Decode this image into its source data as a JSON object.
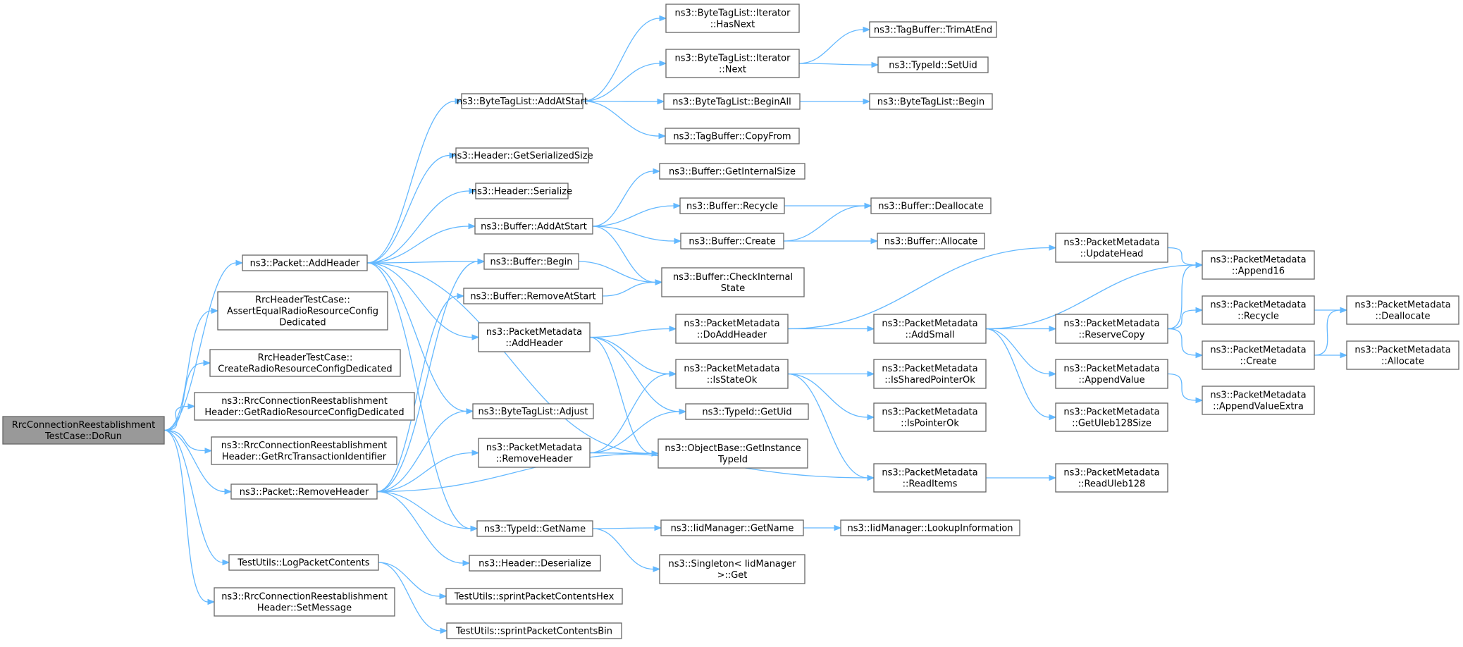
{
  "colors": {
    "edge": "#63b8ff",
    "node_border": "#666666",
    "root_fill": "#999999",
    "node_fill": "#ffffff"
  },
  "nodes": [
    {
      "id": "root",
      "lines": [
        "RrcConnectionReestablishment",
        "TestCase::DoRun"
      ]
    },
    {
      "id": "addHeader",
      "lines": [
        "ns3::Packet::AddHeader"
      ]
    },
    {
      "id": "assertEqual",
      "lines": [
        "RrcHeaderTestCase::",
        "AssertEqualRadioResourceConfig",
        "Dedicated"
      ]
    },
    {
      "id": "createRadio",
      "lines": [
        "RrcHeaderTestCase::",
        "CreateRadioResourceConfigDedicated"
      ]
    },
    {
      "id": "getRadio",
      "lines": [
        "ns3::RrcConnectionReestablishment",
        "Header::GetRadioResourceConfigDedicated"
      ]
    },
    {
      "id": "getRrcTid",
      "lines": [
        "ns3::RrcConnectionReestablishment",
        "Header::GetRrcTransactionIdentifier"
      ]
    },
    {
      "id": "removeHeader",
      "lines": [
        "ns3::Packet::RemoveHeader"
      ]
    },
    {
      "id": "logPacket",
      "lines": [
        "TestUtils::LogPacketContents"
      ]
    },
    {
      "id": "setMessage",
      "lines": [
        "ns3::RrcConnectionReestablishment",
        "Header::SetMessage"
      ]
    },
    {
      "id": "btlAddAtStart",
      "lines": [
        "ns3::ByteTagList::AddAtStart"
      ]
    },
    {
      "id": "hdrGetSerSize",
      "lines": [
        "ns3::Header::GetSerializedSize"
      ]
    },
    {
      "id": "hdrSerialize",
      "lines": [
        "ns3::Header::Serialize"
      ]
    },
    {
      "id": "bufAddAtStart",
      "lines": [
        "ns3::Buffer::AddAtStart"
      ]
    },
    {
      "id": "bufBegin",
      "lines": [
        "ns3::Buffer::Begin"
      ]
    },
    {
      "id": "bufRemoveAtStart",
      "lines": [
        "ns3::Buffer::RemoveAtStart"
      ]
    },
    {
      "id": "pmAddHeader",
      "lines": [
        "ns3::PacketMetadata",
        "::AddHeader"
      ]
    },
    {
      "id": "btlAdjust",
      "lines": [
        "ns3::ByteTagList::Adjust"
      ]
    },
    {
      "id": "pmRemoveHeader",
      "lines": [
        "ns3::PacketMetadata",
        "::RemoveHeader"
      ]
    },
    {
      "id": "tidGetName",
      "lines": [
        "ns3::TypeId::GetName"
      ]
    },
    {
      "id": "hdrDeserialize",
      "lines": [
        "ns3::Header::Deserialize"
      ]
    },
    {
      "id": "sprintHex",
      "lines": [
        "TestUtils::sprintPacketContentsHex"
      ]
    },
    {
      "id": "sprintBin",
      "lines": [
        "TestUtils::sprintPacketContentsBin"
      ]
    },
    {
      "id": "iterHasNext",
      "lines": [
        "ns3::ByteTagList::Iterator",
        "::HasNext"
      ]
    },
    {
      "id": "iterNext",
      "lines": [
        "ns3::ByteTagList::Iterator",
        "::Next"
      ]
    },
    {
      "id": "btlBeginAll",
      "lines": [
        "ns3::ByteTagList::BeginAll"
      ]
    },
    {
      "id": "tbCopyFrom",
      "lines": [
        "ns3::TagBuffer::CopyFrom"
      ]
    },
    {
      "id": "bufGetInternalSize",
      "lines": [
        "ns3::Buffer::GetInternalSize"
      ]
    },
    {
      "id": "bufRecycle",
      "lines": [
        "ns3::Buffer::Recycle"
      ]
    },
    {
      "id": "bufCreate",
      "lines": [
        "ns3::Buffer::Create"
      ]
    },
    {
      "id": "bufCheckInternal",
      "lines": [
        "ns3::Buffer::CheckInternal",
        "State"
      ]
    },
    {
      "id": "pmDoAddHeader",
      "lines": [
        "ns3::PacketMetadata",
        "::DoAddHeader"
      ]
    },
    {
      "id": "pmIsStateOk",
      "lines": [
        "ns3::PacketMetadata",
        "::IsStateOk"
      ]
    },
    {
      "id": "tidGetUid",
      "lines": [
        "ns3::TypeId::GetUid"
      ]
    },
    {
      "id": "objGetInstTid",
      "lines": [
        "ns3::ObjectBase::GetInstance",
        "TypeId"
      ]
    },
    {
      "id": "iidGetName",
      "lines": [
        "ns3::IidManager::GetName"
      ]
    },
    {
      "id": "singletonGet",
      "lines": [
        "ns3::Singleton< IidManager",
        ">::Get"
      ]
    },
    {
      "id": "tbTrimAtEnd",
      "lines": [
        "ns3::TagBuffer::TrimAtEnd"
      ]
    },
    {
      "id": "tidSetUid",
      "lines": [
        "ns3::TypeId::SetUid"
      ]
    },
    {
      "id": "btlBegin",
      "lines": [
        "ns3::ByteTagList::Begin"
      ]
    },
    {
      "id": "bufDeallocate",
      "lines": [
        "ns3::Buffer::Deallocate"
      ]
    },
    {
      "id": "bufAllocate",
      "lines": [
        "ns3::Buffer::Allocate"
      ]
    },
    {
      "id": "pmAddSmall",
      "lines": [
        "ns3::PacketMetadata",
        "::AddSmall"
      ]
    },
    {
      "id": "pmIsSharedPtrOk",
      "lines": [
        "ns3::PacketMetadata",
        "::IsSharedPointerOk"
      ]
    },
    {
      "id": "pmIsPtrOk",
      "lines": [
        "ns3::PacketMetadata",
        "::IsPointerOk"
      ]
    },
    {
      "id": "pmReadItems",
      "lines": [
        "ns3::PacketMetadata",
        "::ReadItems"
      ]
    },
    {
      "id": "iidLookup",
      "lines": [
        "ns3::IidManager::LookupInformation"
      ]
    },
    {
      "id": "pmUpdateHead",
      "lines": [
        "ns3::PacketMetadata",
        "::UpdateHead"
      ]
    },
    {
      "id": "pmReserveCopy",
      "lines": [
        "ns3::PacketMetadata",
        "::ReserveCopy"
      ]
    },
    {
      "id": "pmAppendValue",
      "lines": [
        "ns3::PacketMetadata",
        "::AppendValue"
      ]
    },
    {
      "id": "pmGetUleb",
      "lines": [
        "ns3::PacketMetadata",
        "::GetUleb128Size"
      ]
    },
    {
      "id": "pmReadUleb",
      "lines": [
        "ns3::PacketMetadata",
        "::ReadUleb128"
      ]
    },
    {
      "id": "pmAppend16",
      "lines": [
        "ns3::PacketMetadata",
        "::Append16"
      ]
    },
    {
      "id": "pmRecycle",
      "lines": [
        "ns3::PacketMetadata",
        "::Recycle"
      ]
    },
    {
      "id": "pmCreate",
      "lines": [
        "ns3::PacketMetadata",
        "::Create"
      ]
    },
    {
      "id": "pmAppendValueExtra",
      "lines": [
        "ns3::PacketMetadata",
        "::AppendValueExtra"
      ]
    },
    {
      "id": "pmDeallocate",
      "lines": [
        "ns3::PacketMetadata",
        "::Deallocate"
      ]
    },
    {
      "id": "pmAllocate",
      "lines": [
        "ns3::PacketMetadata",
        "::Allocate"
      ]
    }
  ],
  "edges": [
    [
      "root",
      "addHeader"
    ],
    [
      "root",
      "assertEqual"
    ],
    [
      "root",
      "createRadio"
    ],
    [
      "root",
      "getRadio"
    ],
    [
      "root",
      "getRrcTid"
    ],
    [
      "root",
      "removeHeader"
    ],
    [
      "root",
      "logPacket"
    ],
    [
      "root",
      "setMessage"
    ],
    [
      "addHeader",
      "btlAddAtStart"
    ],
    [
      "addHeader",
      "hdrGetSerSize"
    ],
    [
      "addHeader",
      "hdrSerialize"
    ],
    [
      "addHeader",
      "bufAddAtStart"
    ],
    [
      "addHeader",
      "bufBegin"
    ],
    [
      "addHeader",
      "pmAddHeader"
    ],
    [
      "addHeader",
      "btlAdjust"
    ],
    [
      "addHeader",
      "tidGetName"
    ],
    [
      "addHeader",
      "objGetInstTid"
    ],
    [
      "removeHeader",
      "bufBegin"
    ],
    [
      "removeHeader",
      "bufRemoveAtStart"
    ],
    [
      "removeHeader",
      "btlAdjust"
    ],
    [
      "removeHeader",
      "pmRemoveHeader"
    ],
    [
      "removeHeader",
      "tidGetName"
    ],
    [
      "removeHeader",
      "hdrDeserialize"
    ],
    [
      "removeHeader",
      "objGetInstTid"
    ],
    [
      "logPacket",
      "sprintHex"
    ],
    [
      "logPacket",
      "sprintBin"
    ],
    [
      "btlAddAtStart",
      "iterHasNext"
    ],
    [
      "btlAddAtStart",
      "iterNext"
    ],
    [
      "btlAddAtStart",
      "btlBeginAll"
    ],
    [
      "btlAddAtStart",
      "tbCopyFrom"
    ],
    [
      "iterNext",
      "tbTrimAtEnd"
    ],
    [
      "iterNext",
      "tidSetUid"
    ],
    [
      "btlBeginAll",
      "btlBegin"
    ],
    [
      "bufAddAtStart",
      "bufGetInternalSize"
    ],
    [
      "bufAddAtStart",
      "bufRecycle"
    ],
    [
      "bufAddAtStart",
      "bufCreate"
    ],
    [
      "bufAddAtStart",
      "bufCheckInternal"
    ],
    [
      "bufBegin",
      "bufCheckInternal"
    ],
    [
      "bufRemoveAtStart",
      "bufCheckInternal"
    ],
    [
      "bufRecycle",
      "bufDeallocate"
    ],
    [
      "bufCreate",
      "bufDeallocate"
    ],
    [
      "bufCreate",
      "bufAllocate"
    ],
    [
      "pmAddHeader",
      "pmDoAddHeader"
    ],
    [
      "pmAddHeader",
      "pmIsStateOk"
    ],
    [
      "pmAddHeader",
      "tidGetUid"
    ],
    [
      "pmAddHeader",
      "objGetInstTid"
    ],
    [
      "pmRemoveHeader",
      "pmIsStateOk"
    ],
    [
      "pmRemoveHeader",
      "tidGetUid"
    ],
    [
      "pmRemoveHeader",
      "objGetInstTid"
    ],
    [
      "pmRemoveHeader",
      "pmReadItems"
    ],
    [
      "pmDoAddHeader",
      "pmUpdateHead"
    ],
    [
      "pmDoAddHeader",
      "pmAddSmall"
    ],
    [
      "pmIsStateOk",
      "pmIsSharedPtrOk"
    ],
    [
      "pmIsStateOk",
      "pmIsPtrOk"
    ],
    [
      "pmIsStateOk",
      "pmReadItems"
    ],
    [
      "tidGetName",
      "iidGetName"
    ],
    [
      "tidGetName",
      "singletonGet"
    ],
    [
      "iidGetName",
      "iidLookup"
    ],
    [
      "pmAddSmall",
      "pmAppend16"
    ],
    [
      "pmAddSmall",
      "pmReserveCopy"
    ],
    [
      "pmAddSmall",
      "pmAppendValue"
    ],
    [
      "pmAddSmall",
      "pmGetUleb"
    ],
    [
      "pmUpdateHead",
      "pmAppend16"
    ],
    [
      "pmReadItems",
      "pmReadUleb"
    ],
    [
      "pmReserveCopy",
      "pmAppend16"
    ],
    [
      "pmReserveCopy",
      "pmRecycle"
    ],
    [
      "pmReserveCopy",
      "pmCreate"
    ],
    [
      "pmAppendValue",
      "pmAppendValueExtra"
    ],
    [
      "pmRecycle",
      "pmDeallocate"
    ],
    [
      "pmCreate",
      "pmDeallocate"
    ],
    [
      "pmCreate",
      "pmAllocate"
    ]
  ]
}
